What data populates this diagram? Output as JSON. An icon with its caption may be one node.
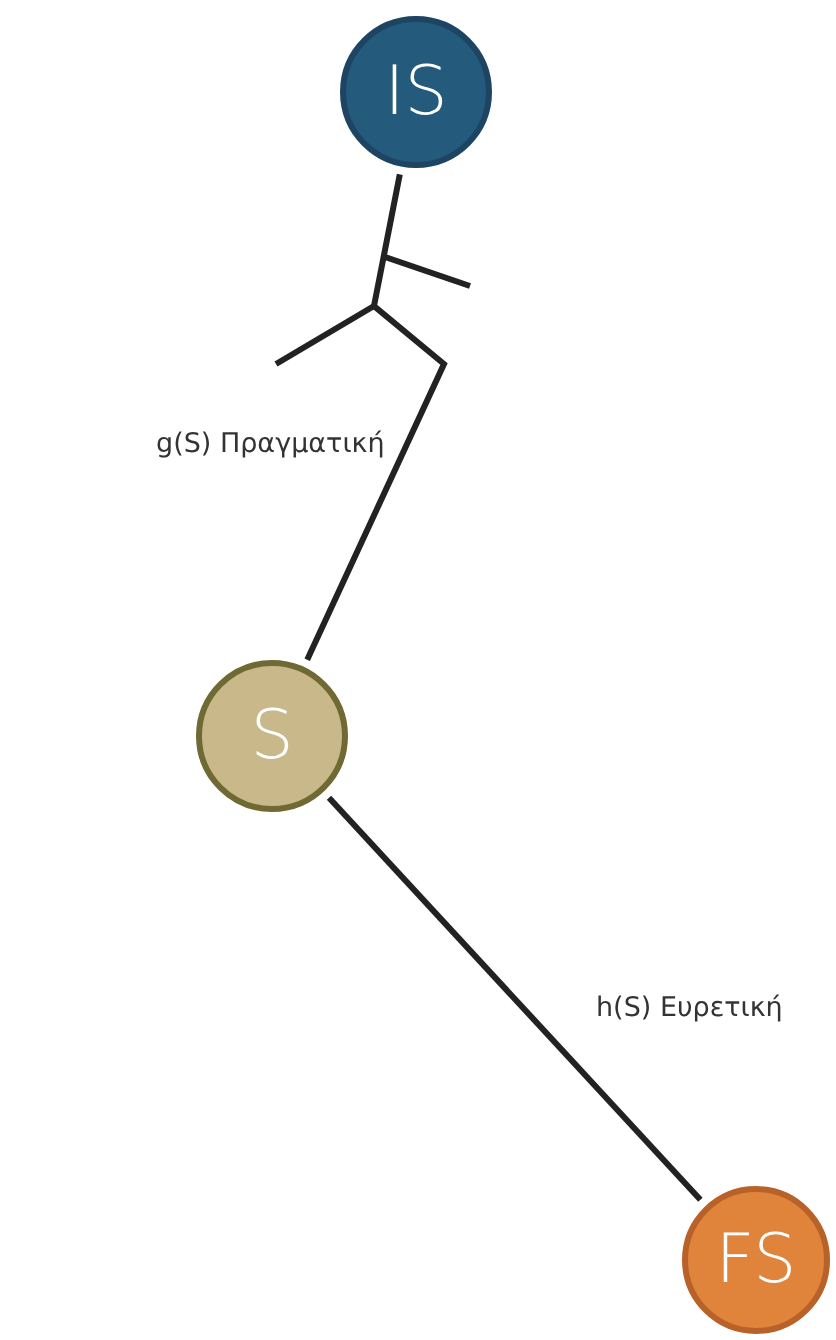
{
  "diagram": {
    "nodes": [
      {
        "text": [
          "IS"
        ]
      },
      {
        "text": [
          "S"
        ]
      },
      {
        "text": [
          "FS"
        ]
      }
    ],
    "edges": [
      {
        "from": 0,
        "to": 1,
        "arrow": "none",
        "label": "g(S) Πραγματική"
      },
      {
        "from": 1,
        "to": 2,
        "arrow": "none",
        "label": "h(S) Ευρετική"
      }
    ]
  }
}
